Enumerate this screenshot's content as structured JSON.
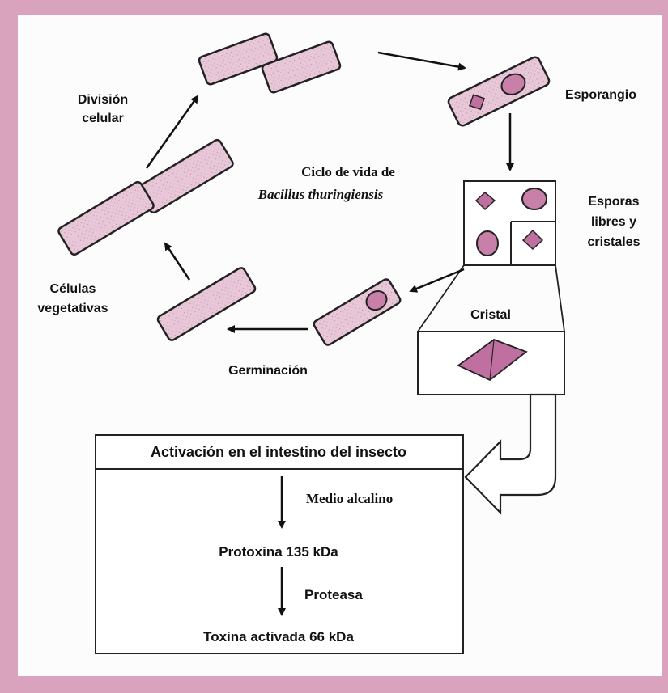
{
  "diagram": {
    "title_line1": "Ciclo de vida de",
    "title_line2": "Bacillus thuringiensis"
  },
  "labels": {
    "cell_division_1": "División",
    "cell_division_2": "celular",
    "sporangium": "Esporangio",
    "free_spores_1": "Esporas",
    "free_spores_2": "libres y",
    "free_spores_3": "cristales",
    "crystal": "Cristal",
    "germination": "Germinación",
    "vegetative_1": "Células",
    "vegetative_2": "vegetativas"
  },
  "activation_box": {
    "header": "Activación en el intestino del insecto",
    "step1": "Medio alcalino",
    "intermediate": "Protoxina 135 kDa",
    "step2": "Proteasa",
    "final": "Toxina activada 66 kDa"
  },
  "colors": {
    "frame_pink": "#d9a3bd",
    "cell_fill": "#e8c8d8",
    "spore_fill": "#c880a8",
    "crystal_fill": "#c070a0"
  }
}
